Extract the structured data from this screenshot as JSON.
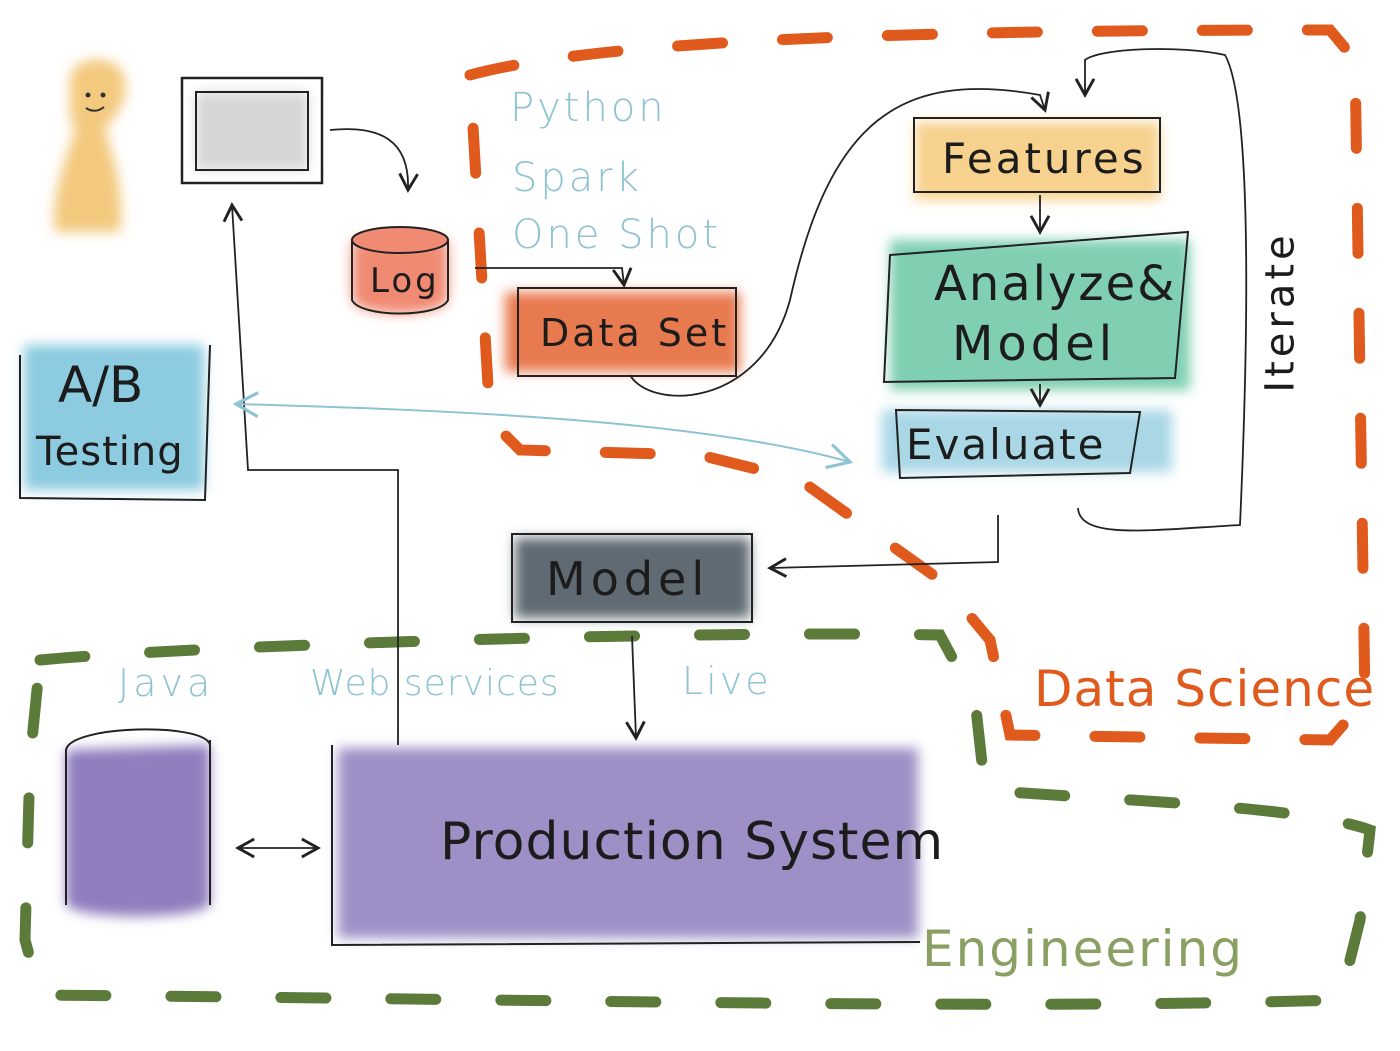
{
  "languages": {
    "python": "Python",
    "spark": "Spark",
    "one_shot": "One Shot",
    "java": "Java",
    "web_services": "Web services",
    "live": "Live"
  },
  "nodes": {
    "log": "Log",
    "data_set": "Data Set",
    "features": "Features",
    "analyze_line1": "Analyze&",
    "analyze_line2": "Model",
    "evaluate": "Evaluate",
    "model": "Model",
    "ab_line1": "A/B",
    "ab_line2": "Testing",
    "production": "Production System"
  },
  "loop_label": "Iterate",
  "regions": {
    "data_science": "Data Science",
    "engineering": "Engineering"
  },
  "colors": {
    "data_science_border": "#e05a1e",
    "engineering_border": "#5c7a3a",
    "user": "#f3c97e",
    "log": "#f08a72",
    "data_set": "#e87a50",
    "features": "#f7d28e",
    "analyze": "#7fcfb0",
    "evaluate": "#a9d7e6",
    "model": "#5e6a72",
    "ab_testing": "#8ccbe0",
    "production": "#9e90c6",
    "database": "#8f7dbd",
    "annotation": "#8ec3d3"
  }
}
